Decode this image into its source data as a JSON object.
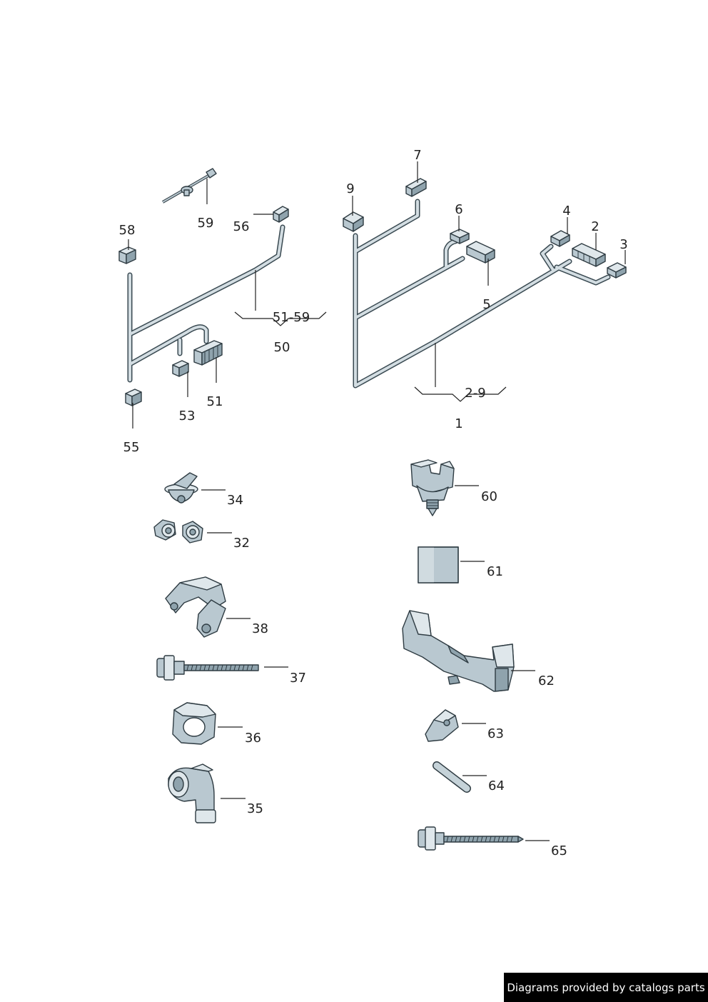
{
  "callouts": {
    "c1": "1",
    "c2": "2",
    "c3": "3",
    "c4": "4",
    "c5": "5",
    "c6": "6",
    "c7": "7",
    "c9": "9",
    "c2_9": "2-9",
    "c32": "32",
    "c34": "34",
    "c35": "35",
    "c36": "36",
    "c37": "37",
    "c38": "38",
    "c50": "50",
    "c51": "51",
    "c51_59": "51-59",
    "c53": "53",
    "c55": "55",
    "c56": "56",
    "c58": "58",
    "c59": "59",
    "c60": "60",
    "c61": "61",
    "c62": "62",
    "c63": "63",
    "c64": "64",
    "c65": "65"
  },
  "credit": "Diagrams provided by catalogs parts"
}
